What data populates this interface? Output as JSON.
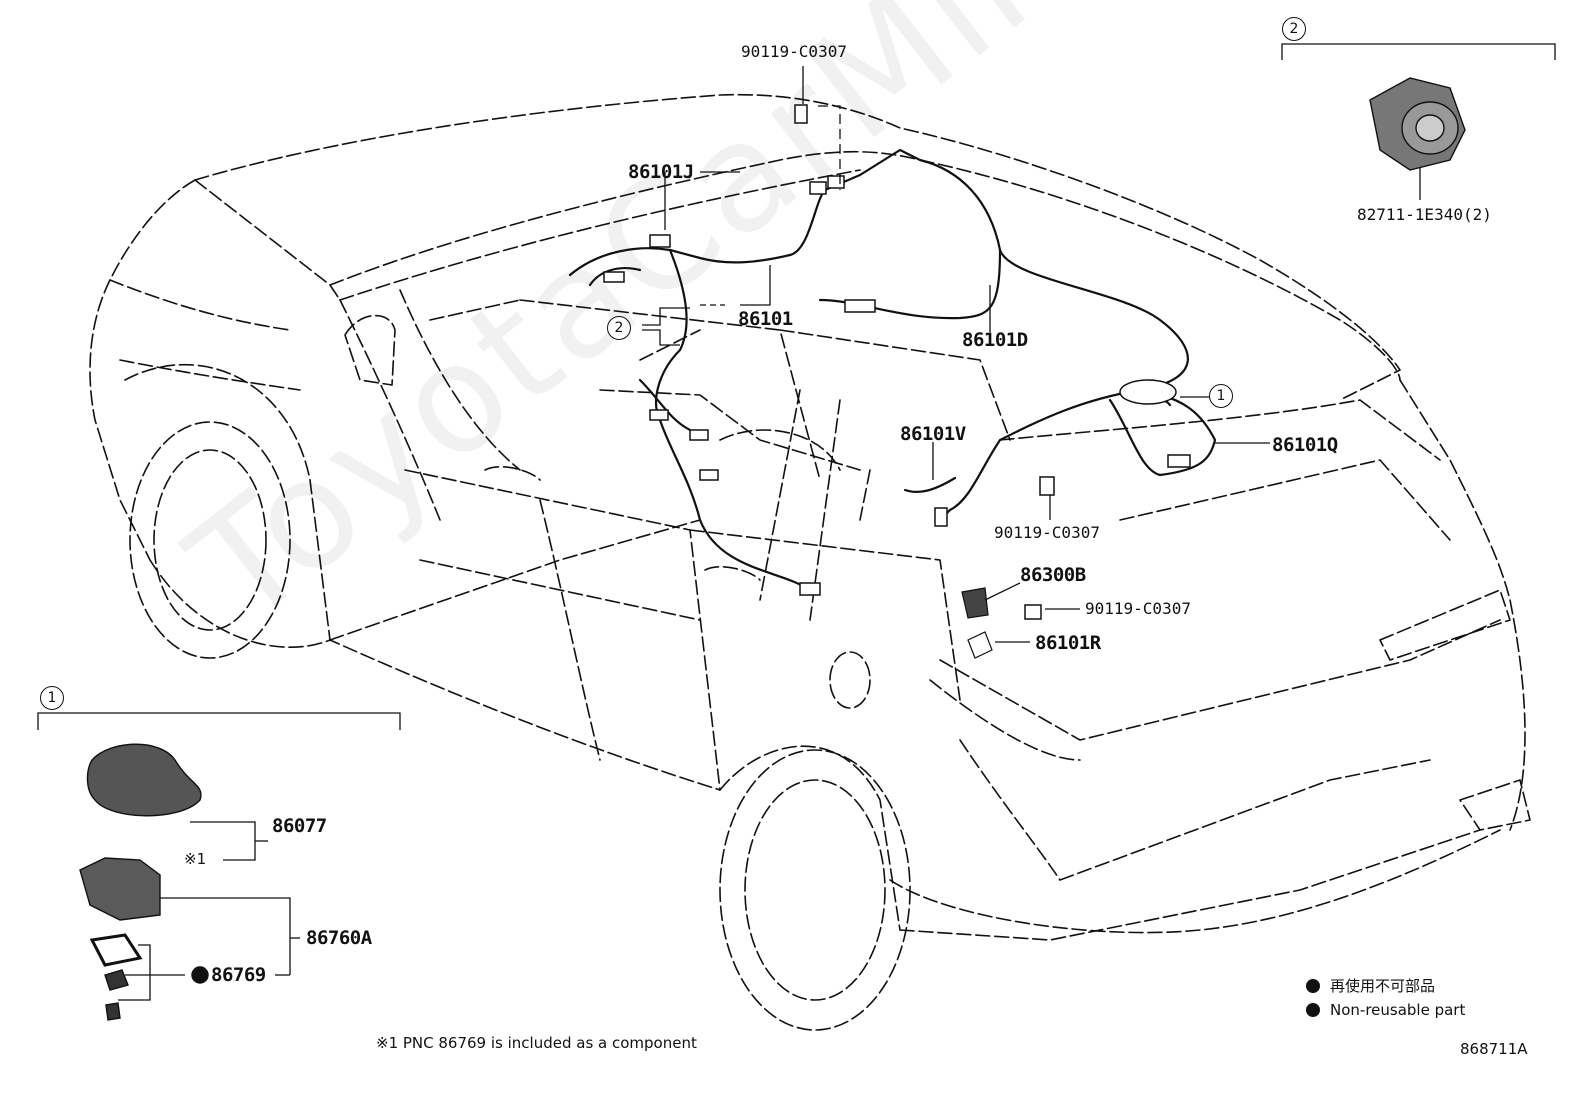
{
  "diagram": {
    "watermark": "ToyotaCarMine.ru",
    "parts": {
      "screw_top": "90119-C0307",
      "harness_j": "86101J",
      "harness_main": "86101",
      "harness_d": "86101D",
      "harness_v": "86101V",
      "harness_q": "86101Q",
      "screw_mid": "90119-C0307",
      "antenna_base": "86300B",
      "screw_right": "90119-C0307",
      "harness_r": "86101R",
      "amp_part": "82711-1E340(2)",
      "antenna_cover": "86077",
      "antenna_assy": "86760A",
      "pad": "86769"
    },
    "callouts": {
      "one": "1",
      "two": "2"
    },
    "note_mark": "※1",
    "footnote": "※1 PNC 86769 is included as a component",
    "legend": {
      "jp": "再使用不可部品",
      "en": "Non-reusable part"
    },
    "figure_id": "868711A"
  }
}
